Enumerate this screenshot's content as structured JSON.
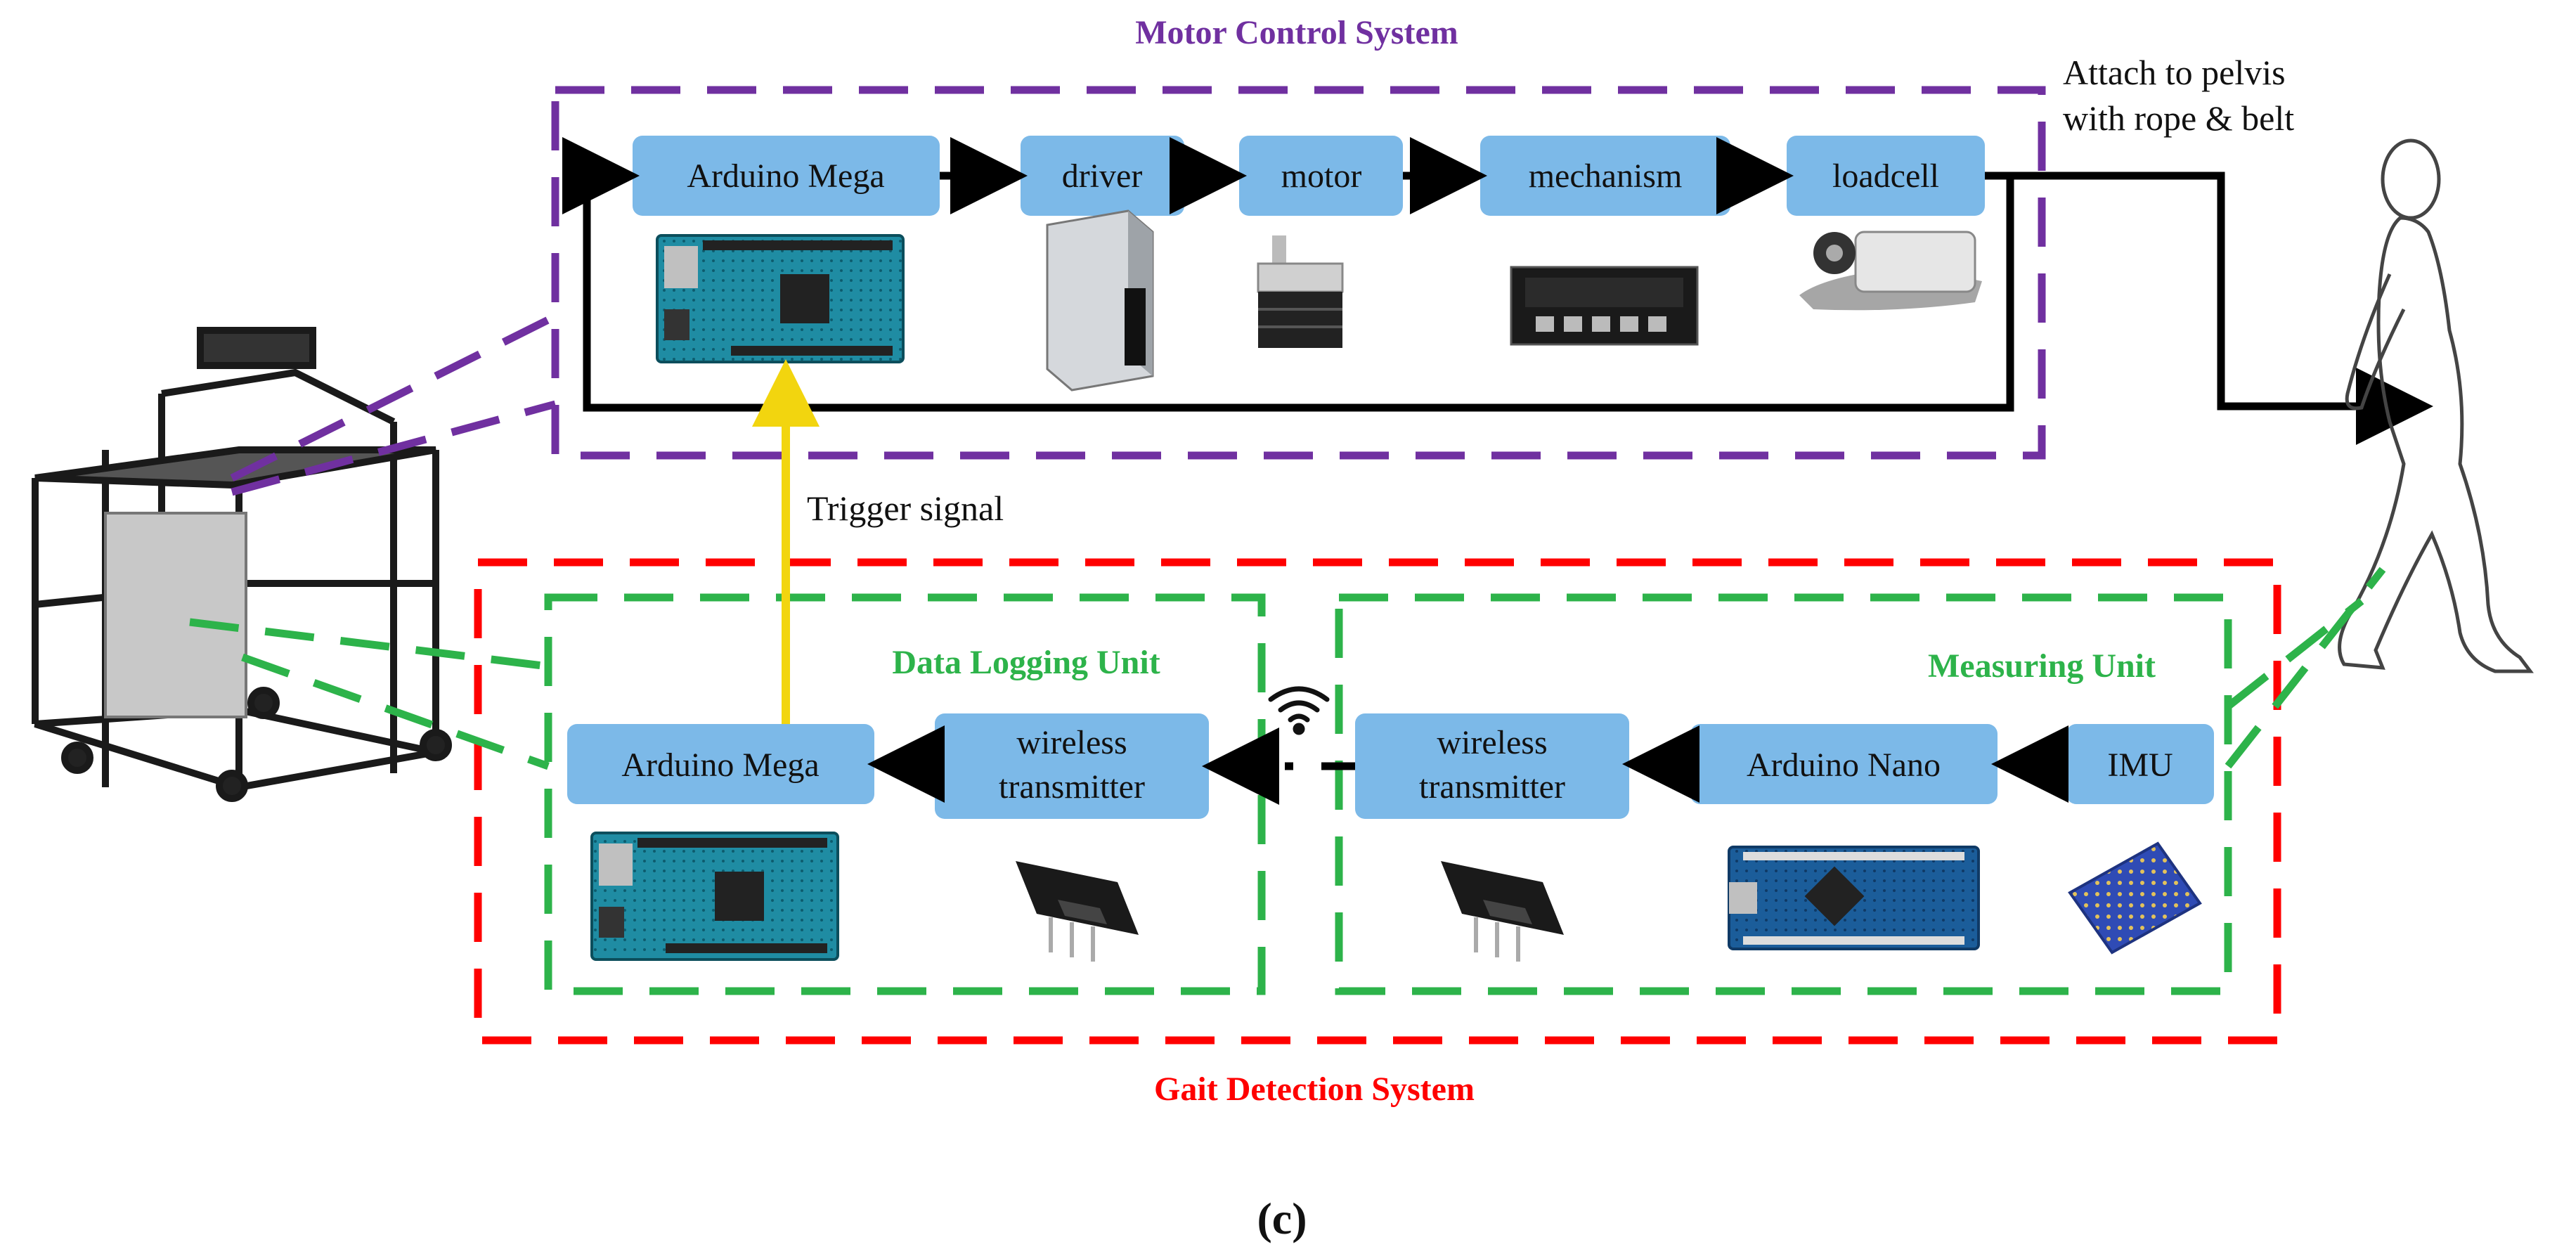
{
  "colors": {
    "block_fill": "#7cb9e8",
    "motor_border": "#7030a0",
    "gait_border": "#ff0000",
    "unit_border": "#2db34a",
    "trigger_arrow": "#f2d50f",
    "arrow": "#000000"
  },
  "motor_system": {
    "title": "Motor Control System",
    "blocks": {
      "arduino_mega": "Arduino Mega",
      "driver": "driver",
      "motor": "motor",
      "mechanism": "mechanism",
      "loadcell": "loadcell"
    }
  },
  "attach_note": {
    "line1": "Attach to pelvis",
    "line2": "with rope & belt"
  },
  "trigger_label": "Trigger  signal",
  "gait_system": {
    "title": "Gait Detection System",
    "data_logging_unit": {
      "title": "Data Logging Unit",
      "arduino_mega": "Arduino Mega",
      "wireless_line1": "wireless",
      "wireless_line2": "transmitter"
    },
    "measuring_unit": {
      "title": "Measuring Unit",
      "wireless_line1": "wireless",
      "wireless_line2": "transmitter",
      "arduino_nano": "Arduino Nano",
      "imu": "IMU"
    }
  },
  "icons": [
    "arduino-mega-board-icon",
    "driver-module-icon",
    "stepper-motor-icon",
    "mechanism-display-icon",
    "loadcell-sensor-icon",
    "treadmill-frame-icon",
    "walking-person-icon",
    "wifi-icon",
    "esp-module-icon",
    "arduino-nano-board-icon",
    "imu-board-icon"
  ],
  "caption": "(c)"
}
